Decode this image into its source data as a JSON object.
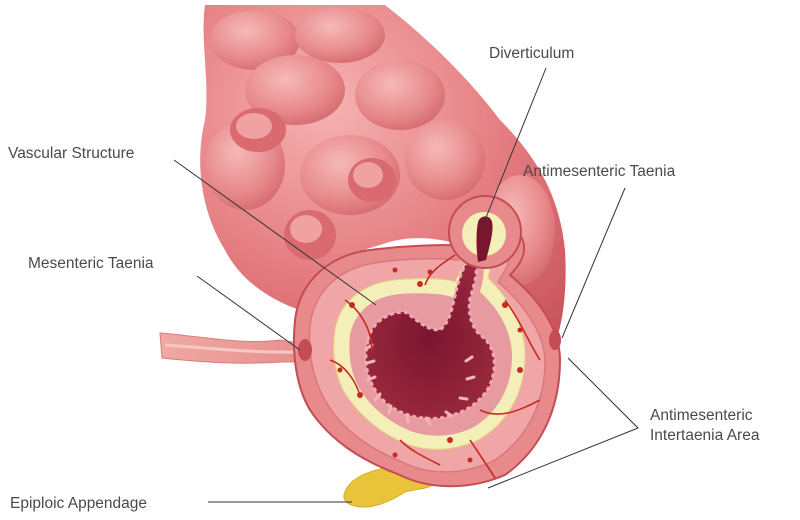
{
  "labels": {
    "diverticulum": "Diverticulum",
    "vascular_structure": "Vascular Structure",
    "antimesenteric_taenia": "Antimesenteric Taenia",
    "mesenteric_taenia": "Mesenteric Taenia",
    "antimesenteric_intertaenia_line1": "Antimesenteric",
    "antimesenteric_intertaenia_line2": "Intertaenia Area",
    "epiploic_appendage": "Epiploic Appendage"
  },
  "colors": {
    "colon_outer": "#e0757a",
    "colon_light": "#f3a3a4",
    "colon_dark": "#c8555c",
    "mucosa_dark": "#8e1f35",
    "submucosa_yellow": "#f4efb8",
    "vessel_red": "#c72a24",
    "epiploic_yellow": "#e9c43b",
    "leader_line": "#333333",
    "label_text": "#4a4a4a"
  }
}
